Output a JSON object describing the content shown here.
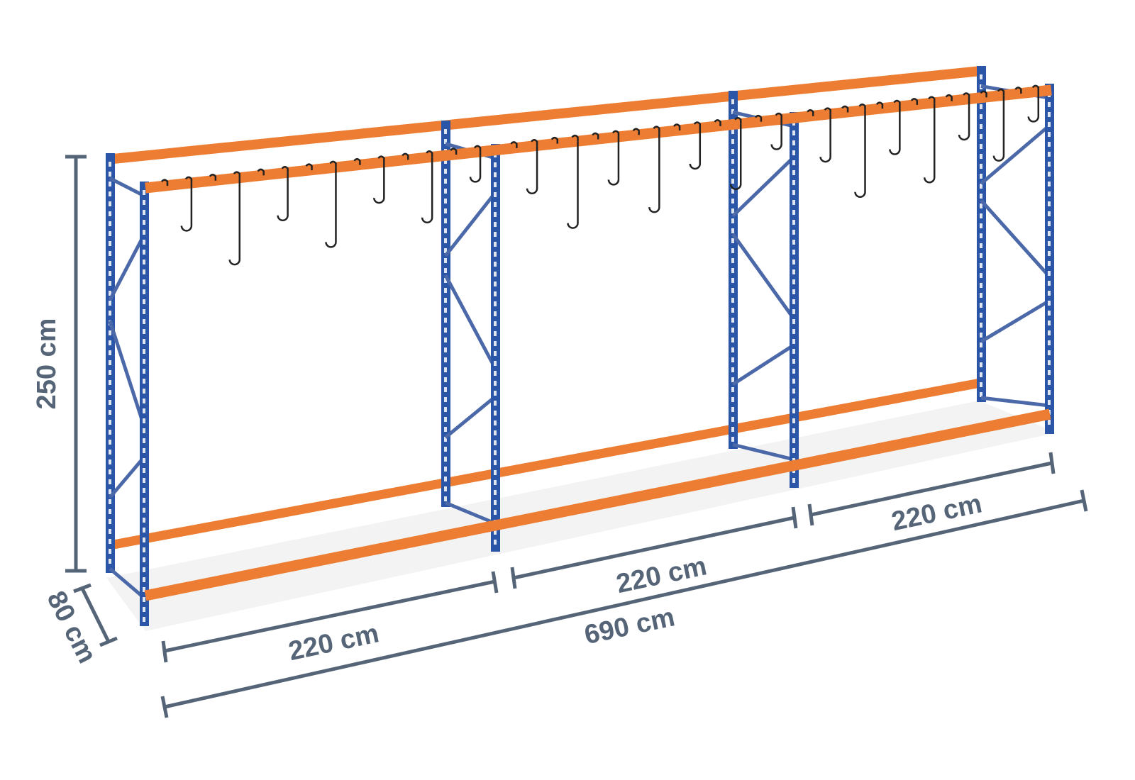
{
  "diagram": {
    "subject": "pallet-rack-with-hooks",
    "colors": {
      "upright": "#2b56a8",
      "beam": "#ec7d32",
      "dimension": "#556577"
    },
    "dimensions": {
      "height": "250 cm",
      "depth": "80 cm",
      "bay_1": "220 cm",
      "bay_2": "220 cm",
      "bay_3": "220 cm",
      "total_length": "690 cm"
    }
  }
}
